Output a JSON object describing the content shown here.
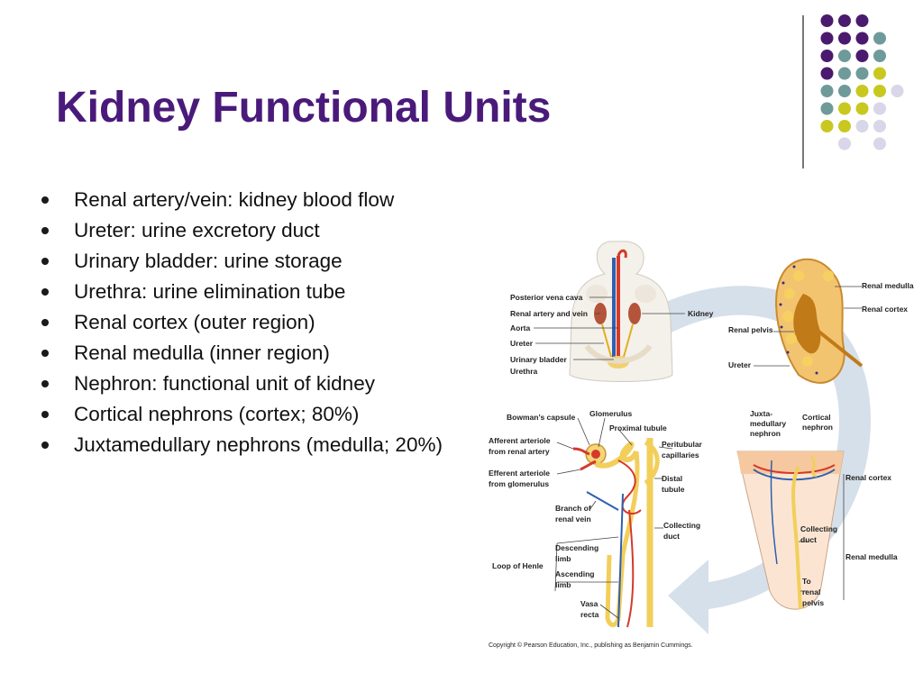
{
  "slide": {
    "title": "Kidney Functional Units",
    "bullets": [
      "Renal artery/vein: kidney blood flow",
      "Ureter: urine excretory duct",
      "Urinary bladder: urine storage",
      "Urethra: urine elimination tube",
      "Renal cortex (outer region)",
      "Renal medulla (inner region)",
      "Nephron: functional unit of kidney",
      "Cortical nephrons (cortex; 80%)",
      "Juxtamedullary nephrons (medulla; 20%)"
    ]
  },
  "figure": {
    "body_labels": {
      "posterior_vena_cava": "Posterior vena cava",
      "renal_artery_vein": "Renal artery and vein",
      "aorta": "Aorta",
      "ureter": "Ureter",
      "urinary_bladder": "Urinary bladder",
      "urethra": "Urethra",
      "kidney": "Kidney"
    },
    "kidney_labels": {
      "renal_medulla": "Renal medulla",
      "renal_cortex": "Renal cortex",
      "renal_pelvis": "Renal pelvis",
      "ureter": "Ureter"
    },
    "nephron_labels": {
      "bowmans_capsule": "Bowman’s capsule",
      "glomerulus": "Glomerulus",
      "proximal_tubule": "Proximal tubule",
      "afferent_1": "Afferent arteriole",
      "afferent_2": "from renal artery",
      "peritubular_1": "Peritubular",
      "peritubular_2": "capillaries",
      "efferent_1": "Efferent arteriole",
      "efferent_2": "from glomerulus",
      "distal_1": "Distal",
      "distal_2": "tubule",
      "branch_1": "Branch of",
      "branch_2": "renal vein",
      "collecting_1": "Collecting",
      "collecting_2": "duct",
      "descending_1": "Descending",
      "descending_2": "limb",
      "loop_of_henle": "Loop of Henle",
      "ascending_1": "Ascending",
      "ascending_2": "limb",
      "vasa_1": "Vasa",
      "vasa_2": "recta"
    },
    "section_labels": {
      "juxta_1": "Juxta-",
      "juxta_2": "medullary",
      "juxta_3": "nephron",
      "cortical_1": "Cortical",
      "cortical_2": "nephron",
      "renal_cortex": "Renal cortex",
      "collecting_1": "Collecting",
      "collecting_2": "duct",
      "renal_medulla": "Renal medulla",
      "to_1": "To",
      "to_2": "renal",
      "to_3": "pelvis"
    },
    "copyright": "Copyright © Pearson Education, Inc., publishing as Benjamin Cummings."
  },
  "colors": {
    "title": "#4a1a7a",
    "dot_purple": "#4a1a6e",
    "dot_teal": "#6e9a9a",
    "dot_yellow": "#c8c820",
    "dot_lavender": "#d8d6e8"
  }
}
